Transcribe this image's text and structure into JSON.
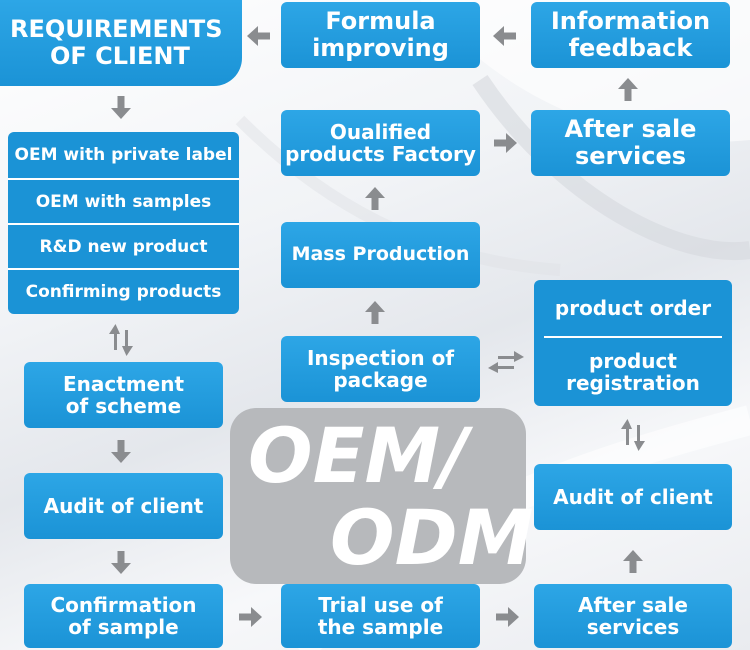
{
  "center": {
    "line1": "OEM/",
    "line2": "ODM"
  },
  "boxes": {
    "requirements": {
      "line1": "REQUIREMENTS",
      "line2": "OF CLIENT"
    },
    "formula": {
      "line1": "Formula",
      "line2": "improving"
    },
    "info_feedback": {
      "line1": "Information",
      "line2": "feedback"
    },
    "qualified": {
      "line1": "Oualified",
      "line2": "products Factory"
    },
    "after_sale_top": {
      "line1": "After sale",
      "line2": "services"
    },
    "mass_production": {
      "line1": "Mass Production"
    },
    "inspection": {
      "line1": "Inspection of",
      "line2": "package"
    },
    "enactment": {
      "line1": "Enactment",
      "line2": "of scheme"
    },
    "audit_left": {
      "line1": "Audit of client"
    },
    "confirmation": {
      "line1": "Confirmation",
      "line2": "of sample"
    },
    "trial": {
      "line1": "Trial use of",
      "line2": "the sample"
    },
    "after_sale_bottom": {
      "line1": "After sale",
      "line2": "services"
    },
    "audit_right": {
      "line1": "Audit of client"
    }
  },
  "oem_options": [
    "OEM with private label",
    "OEM with samples",
    "R&D new product",
    "Confirming products"
  ],
  "order_options": [
    "product order",
    "product\nregistration"
  ],
  "order_option_lines": {
    "a": "product order",
    "b1": "product",
    "b2": "registration"
  },
  "colors": {
    "box": "#1b93d6",
    "arrow": "#8a8c8f",
    "center_bg": "#b7b9bc"
  }
}
